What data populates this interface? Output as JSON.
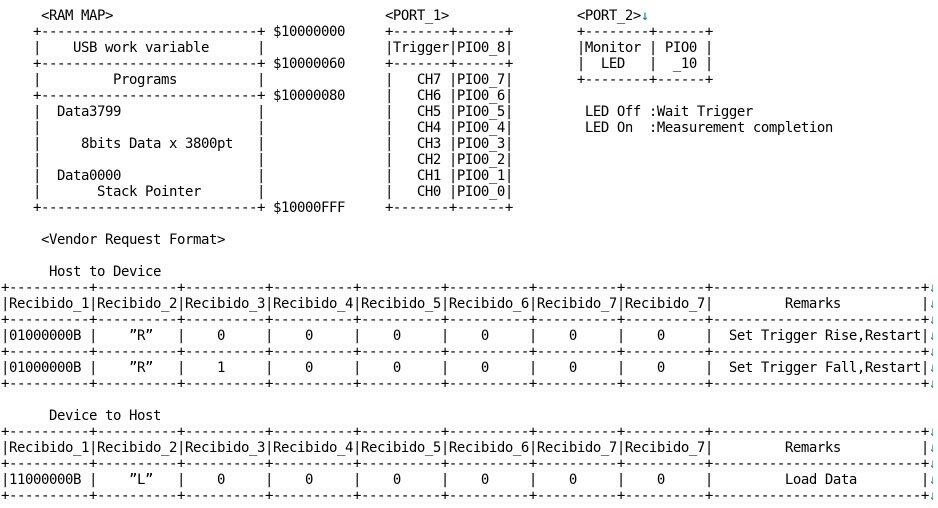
{
  "meta": {
    "background": "#ffffff",
    "text_color": "#000000",
    "eol_marker_color": "#008080",
    "eol_marker_glyph": "↓"
  },
  "structured": {
    "ram_map": {
      "title": "<RAM MAP>",
      "addresses": [
        "$10000000",
        "$10000060",
        "$10000080",
        "$10000FFF"
      ],
      "regions": [
        {
          "label": "USB work variable",
          "start": "$10000000"
        },
        {
          "label": "Programs",
          "start": "$10000060"
        },
        {
          "labels": [
            "Data3799",
            "8bits Data x 3800pt",
            "Data0000",
            "Stack Pointer"
          ],
          "start": "$10000080",
          "end": "$10000FFF"
        }
      ]
    },
    "port_1": {
      "title": "<PORT_1>",
      "columns": [
        "Trigger",
        "PIO0_8"
      ],
      "rows": [
        [
          "CH7",
          "PIO0_7"
        ],
        [
          "CH6",
          "PIO0_6"
        ],
        [
          "CH5",
          "PIO0_5"
        ],
        [
          "CH4",
          "PIO0_4"
        ],
        [
          "CH3",
          "PIO0_3"
        ],
        [
          "CH2",
          "PIO0_2"
        ],
        [
          "CH1",
          "PIO0_1"
        ],
        [
          "CH0",
          "PIO0_0"
        ]
      ]
    },
    "port_2": {
      "title": "<PORT_2>",
      "columns": [
        "Monitor LED",
        "PIO0 _10"
      ],
      "notes": [
        "LED Off :Wait Trigger",
        "LED On  :Measurement completion"
      ]
    },
    "vendor_request_format": {
      "title": "<Vendor Request Format>",
      "host_to_device": {
        "caption": "Host to Device",
        "headers": [
          "Recibido_1",
          "Recibido_2",
          "Recibido_3",
          "Recibido_4",
          "Recibido_5",
          "Recibido_6",
          "Recibido_7",
          "Recibido_7",
          "Remarks"
        ],
        "rows": [
          [
            "01000000B",
            "”R”",
            "0",
            "0",
            "0",
            "0",
            "0",
            "0",
            "Set Trigger Rise,Restart"
          ],
          [
            "01000000B",
            "”R”",
            "1",
            "0",
            "0",
            "0",
            "0",
            "0",
            "Set Trigger Fall,Restart"
          ]
        ]
      },
      "device_to_host": {
        "caption": "Device to Host",
        "headers": [
          "Recibido_1",
          "Recibido_2",
          "Recibido_3",
          "Recibido_4",
          "Recibido_5",
          "Recibido_6",
          "Recibido_7",
          "Recibido_7",
          "Remarks"
        ],
        "rows": [
          [
            "11000000B",
            "”L”",
            "0",
            "0",
            "0",
            "0",
            "0",
            "0",
            "Load Data"
          ]
        ]
      }
    }
  },
  "document": {
    "lines": [
      {
        "text": "     <RAM MAP>                                  <PORT_1>                <PORT_2>",
        "eol": "arrow"
      },
      {
        "text": "    +---------------------------+ $10000000     +-------+------+        +--------+------+",
        "eol": "none"
      },
      {
        "text": "    |    USB work variable      |               |Trigger|PIO0_8|        |Monitor | PIO0 |",
        "eol": "none"
      },
      {
        "text": "    +---------------------------+ $10000060     +-------+------+        |  LED   |  _10 |",
        "eol": "none"
      },
      {
        "text": "    |         Programs          |               |   CH7 |PIO0_7|        +--------+------+",
        "eol": "none"
      },
      {
        "text": "    +---------------------------+ $10000080     |   CH6 |PIO0_6|",
        "eol": "none"
      },
      {
        "text": "    |  Data3799                 |               |   CH5 |PIO0_5|         LED Off :Wait Trigger",
        "eol": "none"
      },
      {
        "text": "    |                           |               |   CH4 |PIO0_4|         LED On  :Measurement completion",
        "eol": "none"
      },
      {
        "text": "    |     8bits Data x 3800pt   |               |   CH3 |PIO0_3|",
        "eol": "none"
      },
      {
        "text": "    |                           |               |   CH2 |PIO0_2|",
        "eol": "none"
      },
      {
        "text": "    |  Data0000                 |               |   CH1 |PIO0_1|",
        "eol": "none"
      },
      {
        "text": "    |       Stack Pointer       |               |   CH0 |PIO0_0|",
        "eol": "none"
      },
      {
        "text": "    +---------------------------+ $10000FFF     +-------+------+",
        "eol": "none"
      },
      {
        "text": "",
        "eol": "none"
      },
      {
        "text": "     <Vendor Request Format>",
        "eol": "none"
      },
      {
        "text": "",
        "eol": "none"
      },
      {
        "text": "      Host to Device",
        "eol": "none"
      },
      {
        "text": "+----------+----------+----------+----------+----------+----------+----------+----------+--------------------------+",
        "eol": "dot"
      },
      {
        "text": "|Recibido_1|Recibido_2|Recibido_3|Recibido_4|Recibido_5|Recibido_6|Recibido_7|Recibido_7|         Remarks          |",
        "eol": "dot"
      },
      {
        "text": "+----------+----------+----------+----------+----------+----------+----------+----------+--------------------------+",
        "eol": "dot"
      },
      {
        "text": "|01000000B |    ”R”   |    0     |    0     |    0     |    0     |    0     |    0     |  Set Trigger Rise,Restart|",
        "eol": "dot"
      },
      {
        "text": "+----------+----------+----------+----------+----------+----------+----------+----------+--------------------------+",
        "eol": "dot"
      },
      {
        "text": "|01000000B |    ”R”   |    1     |    0     |    0     |    0     |    0     |    0     |  Set Trigger Fall,Restart|",
        "eol": "dot"
      },
      {
        "text": "+----------+----------+----------+----------+----------+----------+----------+----------+--------------------------+",
        "eol": "dot"
      },
      {
        "text": "",
        "eol": "none"
      },
      {
        "text": "      Device to Host",
        "eol": "none"
      },
      {
        "text": "+----------+----------+----------+----------+----------+----------+----------+----------+--------------------------+",
        "eol": "dot"
      },
      {
        "text": "|Recibido_1|Recibido_2|Recibido_3|Recibido_4|Recibido_5|Recibido_6|Recibido_7|Recibido_7|         Remarks          |",
        "eol": "dot"
      },
      {
        "text": "+----------+----------+----------+----------+----------+----------+----------+----------+--------------------------+",
        "eol": "dot"
      },
      {
        "text": "|11000000B |    ”L”   |    0     |    0     |    0     |    0     |    0     |    0     |         Load Data        |",
        "eol": "dot"
      },
      {
        "text": "+----------+----------+----------+----------+----------+----------+----------+----------+--------------------------+",
        "eol": "dot"
      }
    ]
  }
}
